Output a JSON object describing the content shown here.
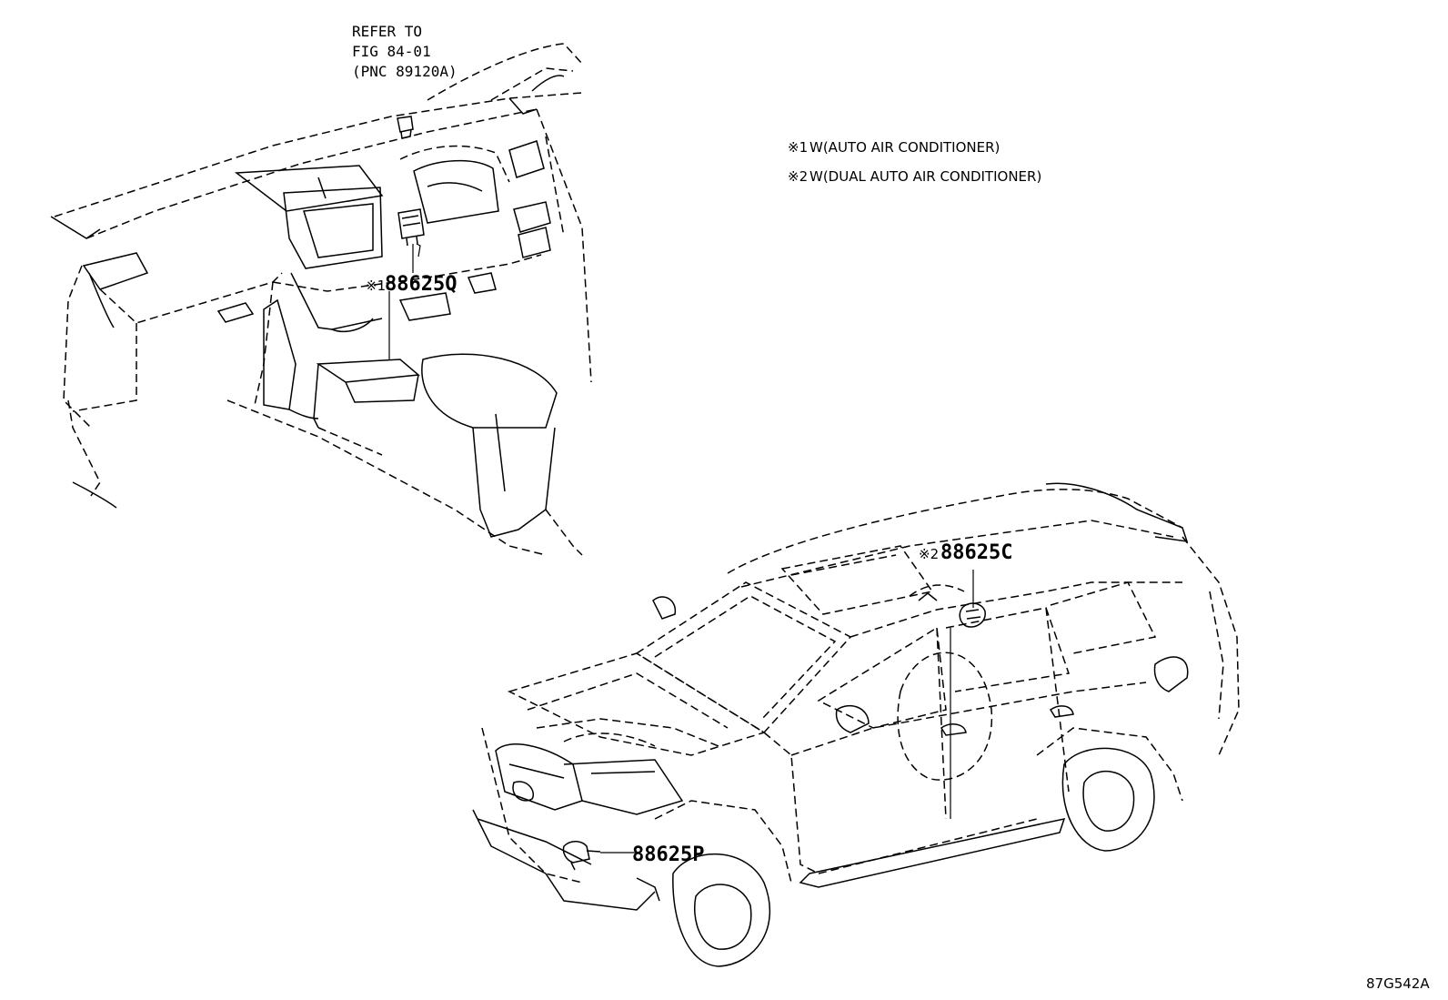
{
  "refer_note": {
    "line1": "REFER TO",
    "line2": "FIG 84-01",
    "line3": "(PNC 89120A)"
  },
  "legend": [
    {
      "mark": "※1",
      "text": "W(AUTO AIR CONDITIONER)"
    },
    {
      "mark": "※2",
      "text": "W(DUAL AUTO AIR CONDITIONER)"
    }
  ],
  "callouts": {
    "interior_sensor": {
      "mark": "※1",
      "part": "88625Q"
    },
    "roof_sensor": {
      "mark": "※2",
      "part": "88625C"
    },
    "front_sensor": {
      "mark": "",
      "part": "88625P"
    }
  },
  "figure_id": "87G542A"
}
